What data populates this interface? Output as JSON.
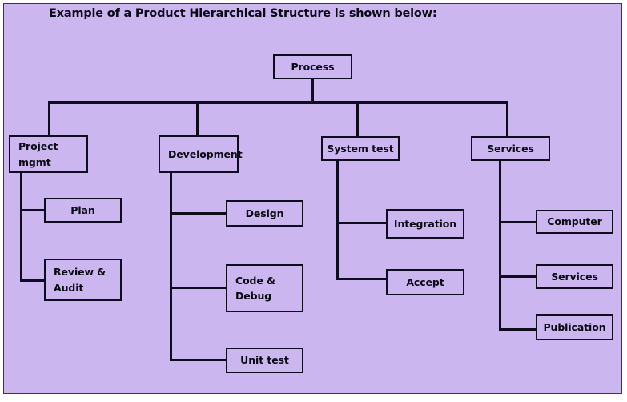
{
  "page": {
    "heading": "Example of a Product Hierarchical Structure is shown below:",
    "background_color": "#cbb6ef",
    "line_color": "#100c20",
    "border_color": "#3a3550",
    "text_color": "#0a0a14"
  },
  "diagram": {
    "type": "tree",
    "root": {
      "label": "Process"
    },
    "level2": [
      {
        "label": "Project mgmt"
      },
      {
        "label": "Development"
      },
      {
        "label": "System test"
      },
      {
        "label": "Services"
      }
    ],
    "level3": {
      "project_mgmt": [
        {
          "label": "Plan"
        },
        {
          "label": "Review &\nAudit"
        }
      ],
      "development": [
        {
          "label": "Design"
        },
        {
          "label": "Code &\nDebug"
        },
        {
          "label": "Unit test"
        }
      ],
      "system_test": [
        {
          "label": "Integration"
        },
        {
          "label": "Accept"
        }
      ],
      "services": [
        {
          "label": "Computer"
        },
        {
          "label": "Services"
        },
        {
          "label": "Publication"
        }
      ]
    }
  }
}
